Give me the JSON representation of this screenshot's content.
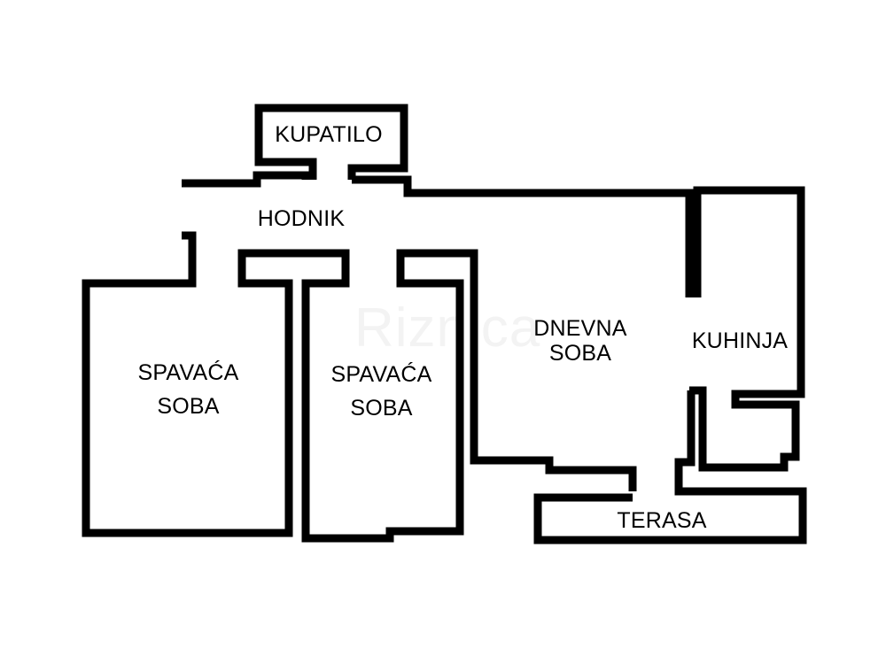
{
  "plan": {
    "background": "#ffffff",
    "wall_color": "#000000",
    "watermark": "Riznica",
    "rooms": [
      {
        "id": "kupatilo",
        "lines": [
          "KUPATILO"
        ]
      },
      {
        "id": "hodnik",
        "lines": [
          "HODNIK"
        ]
      },
      {
        "id": "spavaca-soba-1",
        "lines": [
          "SPAVAĆA",
          "SOBA"
        ]
      },
      {
        "id": "spavaca-soba-2",
        "lines": [
          "SPAVAĆA",
          "SOBA"
        ]
      },
      {
        "id": "dnevna-soba",
        "lines": [
          "DNEVNA",
          "SOBA"
        ]
      },
      {
        "id": "kuhinja",
        "lines": [
          "KUHINJA"
        ]
      },
      {
        "id": "terasa",
        "lines": [
          "TERASA"
        ]
      }
    ]
  }
}
